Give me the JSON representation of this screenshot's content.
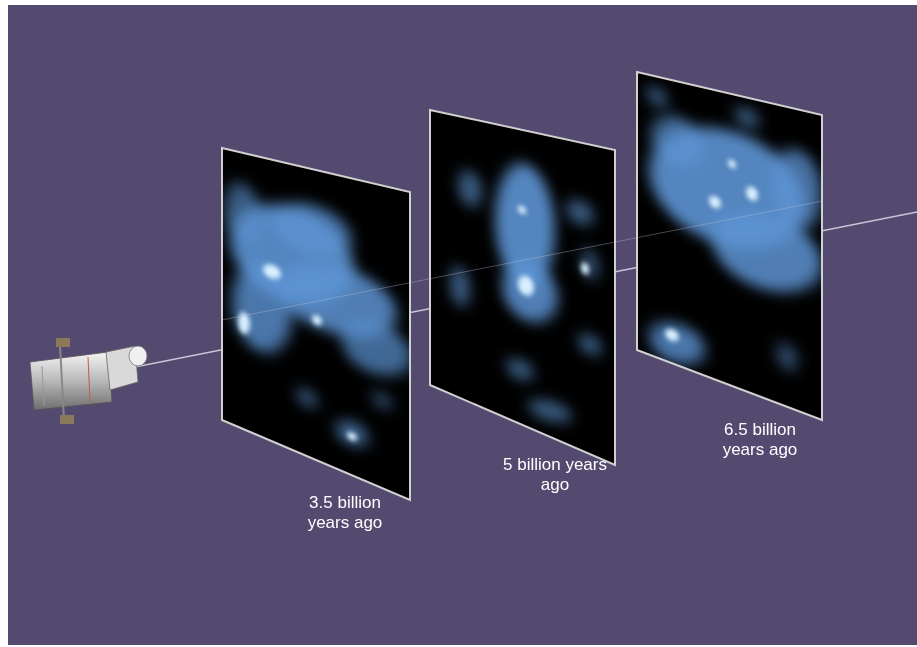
{
  "diagram": {
    "labels": [
      "3.5 billion years ago",
      "5 billion years ago",
      "6.5 billion years ago"
    ]
  }
}
